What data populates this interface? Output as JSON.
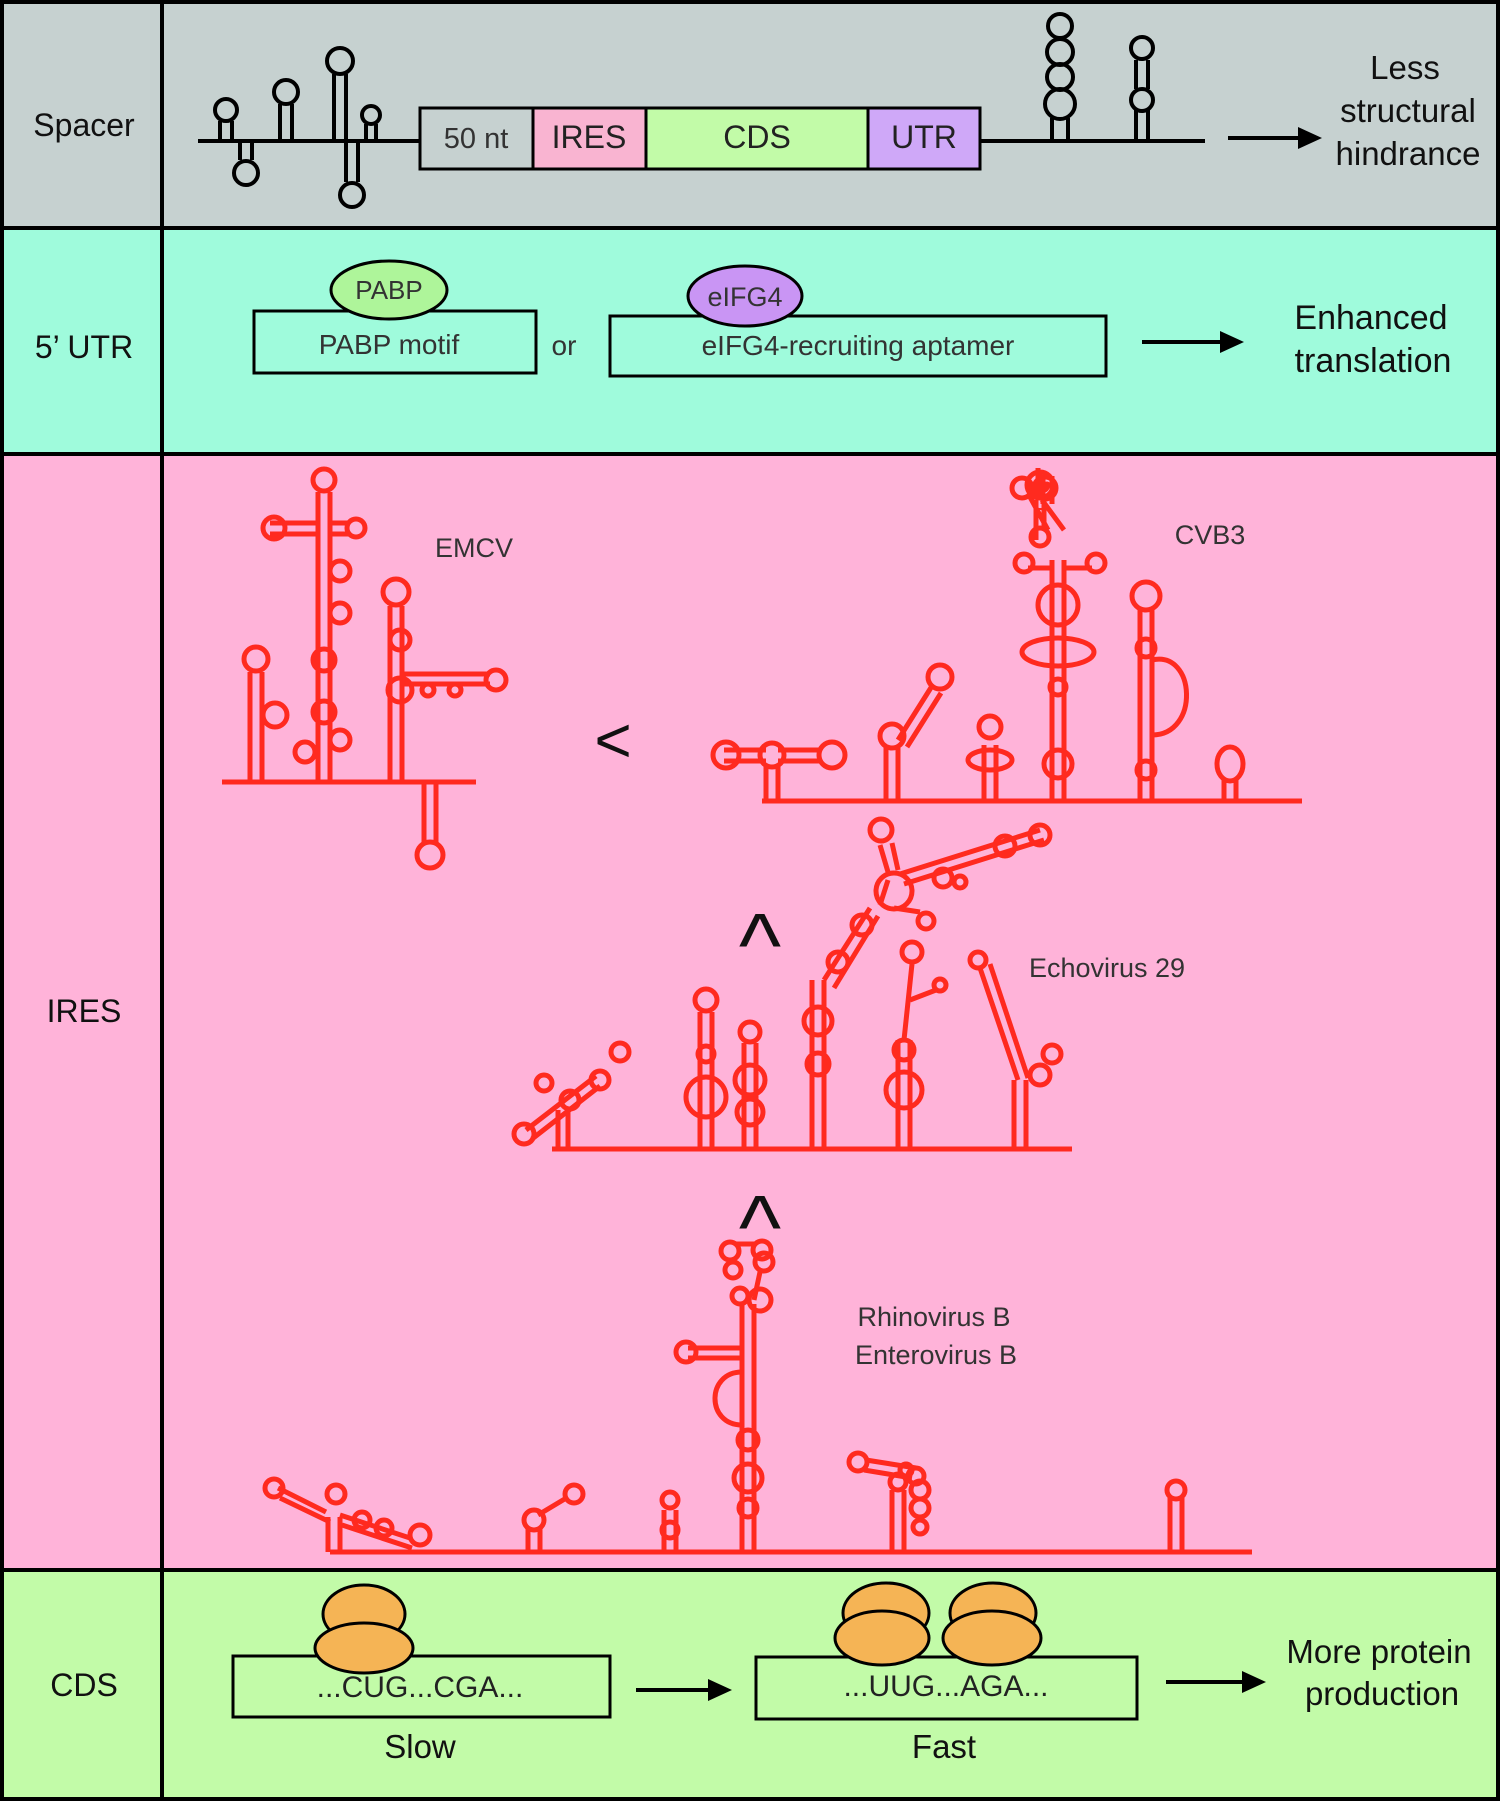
{
  "colors": {
    "spacer_bg": "#c6d1d0",
    "utr5_bg": "#9ffbdc",
    "ires_bg": "#ffb3d9",
    "cds_bg": "#c2fba8",
    "ires_box": "#f9b4d1",
    "cds_box": "#c2fba8",
    "utr_box": "#cfa8f8",
    "pabp": "#aef59a",
    "eifg4": "#c995f4",
    "ribosome": "#f5b455",
    "rna_red": "#ff2a1f"
  },
  "rows": {
    "spacer": {
      "label": "Spacer",
      "segments": [
        "50 nt",
        "IRES",
        "CDS",
        "UTR"
      ],
      "outcome": [
        "Less",
        "structural",
        "hindrance"
      ]
    },
    "utr5": {
      "label": "5’ UTR",
      "pabp_protein": "PABP",
      "pabp_motif": "PABP motif",
      "or_text": "or",
      "eifg4_protein": "eIFG4",
      "eifg4_aptamer": "eIFG4-recruiting aptamer",
      "outcome": [
        "Enhanced",
        "translation"
      ]
    },
    "ires": {
      "label": "IRES",
      "emcv": "EMCV",
      "cvb3": "CVB3",
      "echovirus": "Echovirus 29",
      "rhinovirus": "Rhinovirus B",
      "enterovirus": "Enterovirus B",
      "less_than": "<",
      "wedge_upper": "^",
      "wedge_lower": "^"
    },
    "cds": {
      "label": "CDS",
      "slow_codons": "...CUG...CGA...",
      "slow_label": "Slow",
      "fast_codons": "...UUG...AGA...",
      "fast_label": "Fast",
      "outcome": [
        "More protein",
        "production"
      ]
    }
  }
}
